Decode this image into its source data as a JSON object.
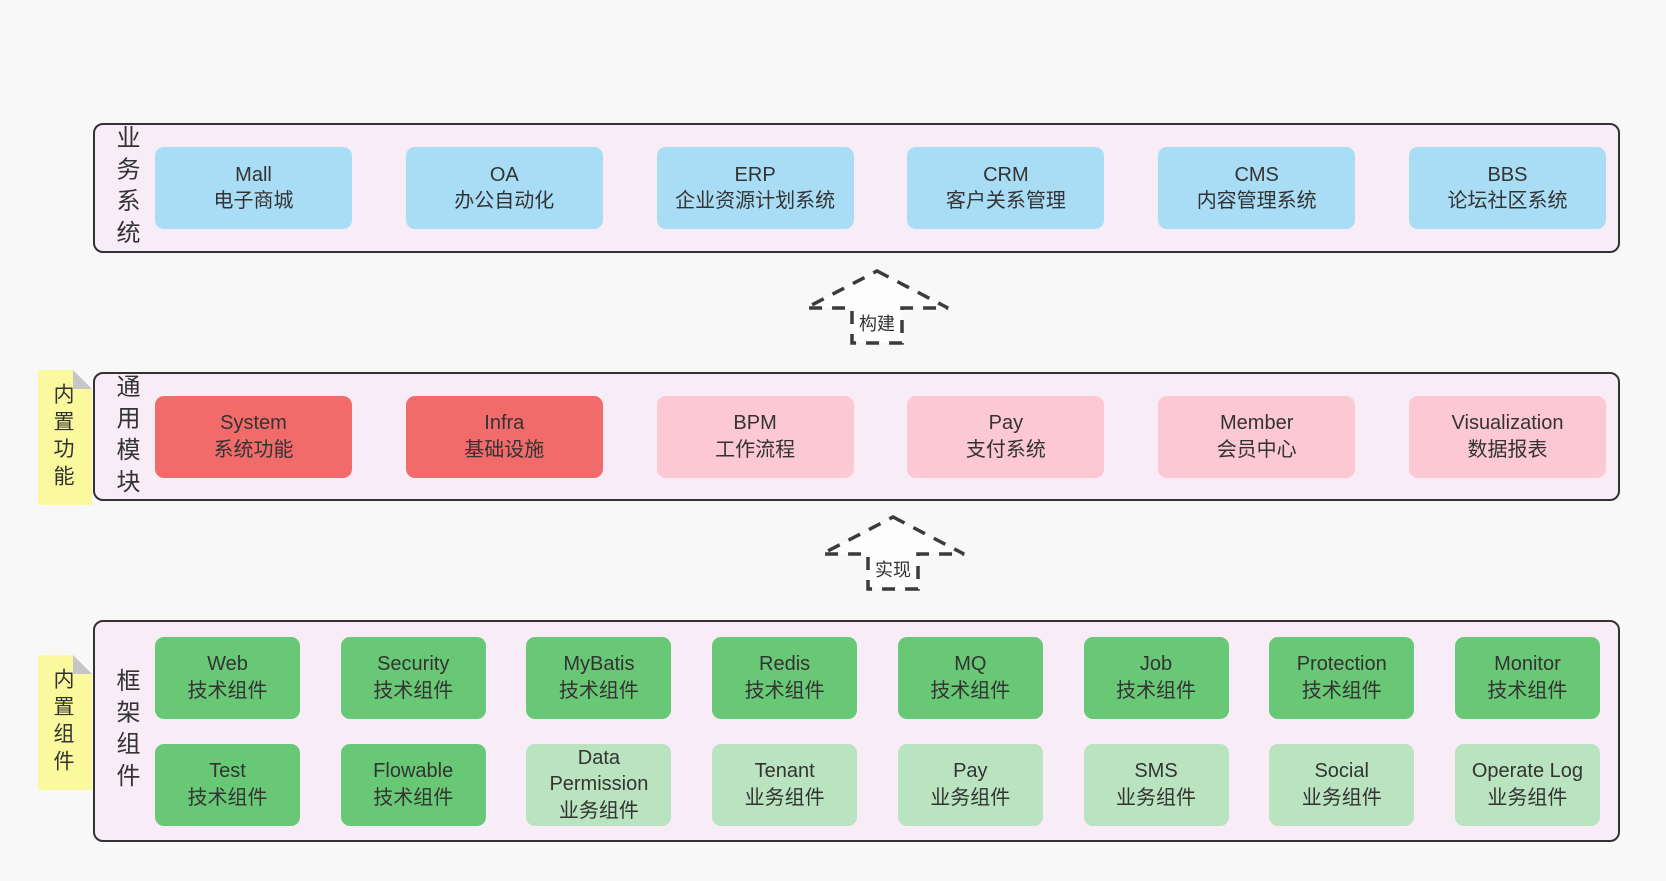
{
  "colors": {
    "page_bg": "#f8f8f8",
    "band_bg": "#f8ecf6",
    "band_border": "#333333",
    "blue_box": "#a9dcf5",
    "red_box": "#f16b6b",
    "pink_box": "#fbc8d3",
    "green_dark_box": "#69c876",
    "green_light_box": "#b9e4bf",
    "sticky_note": "#fbf99e",
    "text": "#333333"
  },
  "bands": [
    {
      "label": "业务系统",
      "boxes": [
        {
          "title": "Mall",
          "subtitle": "电子商城"
        },
        {
          "title": "OA",
          "subtitle": "办公自动化"
        },
        {
          "title": "ERP",
          "subtitle": "企业资源计划系统"
        },
        {
          "title": "CRM",
          "subtitle": "客户关系管理"
        },
        {
          "title": "CMS",
          "subtitle": "内容管理系统"
        },
        {
          "title": "BBS",
          "subtitle": "论坛社区系统"
        }
      ]
    },
    {
      "label": "通用模块",
      "sticky": "内置功能",
      "boxes": [
        {
          "title": "System",
          "subtitle": "系统功能"
        },
        {
          "title": "Infra",
          "subtitle": "基础设施"
        },
        {
          "title": "BPM",
          "subtitle": "工作流程"
        },
        {
          "title": "Pay",
          "subtitle": "支付系统"
        },
        {
          "title": "Member",
          "subtitle": "会员中心"
        },
        {
          "title": "Visualization",
          "subtitle": "数据报表"
        }
      ]
    },
    {
      "label": "框架组件",
      "sticky": "内置组件",
      "rows": [
        [
          {
            "title": "Web",
            "subtitle": "技术组件"
          },
          {
            "title": "Security",
            "subtitle": "技术组件"
          },
          {
            "title": "MyBatis",
            "subtitle": "技术组件"
          },
          {
            "title": "Redis",
            "subtitle": "技术组件"
          },
          {
            "title": "MQ",
            "subtitle": "技术组件"
          },
          {
            "title": "Job",
            "subtitle": "技术组件"
          },
          {
            "title": "Protection",
            "subtitle": "技术组件"
          },
          {
            "title": "Monitor",
            "subtitle": "技术组件"
          }
        ],
        [
          {
            "title": "Test",
            "subtitle": "技术组件"
          },
          {
            "title": "Flowable",
            "subtitle": "技术组件"
          },
          {
            "title": "Data Permission",
            "subtitle": "业务组件"
          },
          {
            "title": "Tenant",
            "subtitle": "业务组件"
          },
          {
            "title": "Pay",
            "subtitle": "业务组件"
          },
          {
            "title": "SMS",
            "subtitle": "业务组件"
          },
          {
            "title": "Social",
            "subtitle": "业务组件"
          },
          {
            "title": "Operate Log",
            "subtitle": "业务组件"
          }
        ]
      ]
    }
  ],
  "arrows": [
    {
      "label": "构建"
    },
    {
      "label": "实现"
    }
  ]
}
